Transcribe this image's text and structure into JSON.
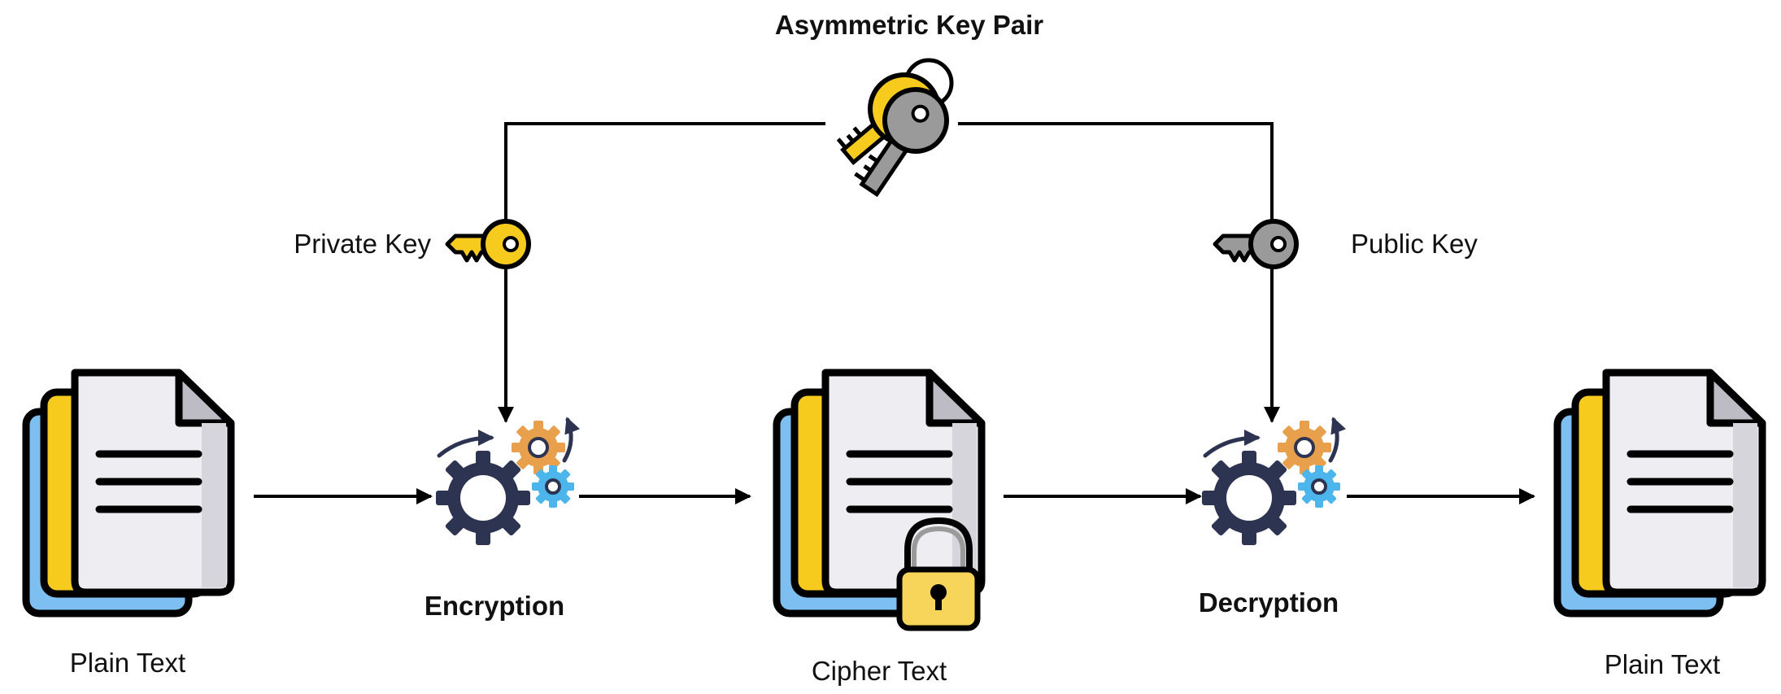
{
  "title": "Asymmetric Key Pair",
  "keys": {
    "private_label": "Private Key",
    "public_label": "Public Key"
  },
  "documents": {
    "input_label": "Plain Text",
    "cipher_label": "Cipher Text",
    "output_label": "Plain Text"
  },
  "processes": {
    "encryption_label": "Encryption",
    "decryption_label": "Decryption"
  },
  "colors": {
    "private_key": "#F6CB1E",
    "public_key": "#9A9A9A",
    "doc_back": "#7DBFF1",
    "doc_mid": "#F6CB1E",
    "doc_front": "#EEEDF2",
    "gear_big": "#2D3452",
    "gear_orange": "#E8A04C",
    "gear_blue": "#4CB5EB",
    "lock_body": "#F7D55A"
  }
}
